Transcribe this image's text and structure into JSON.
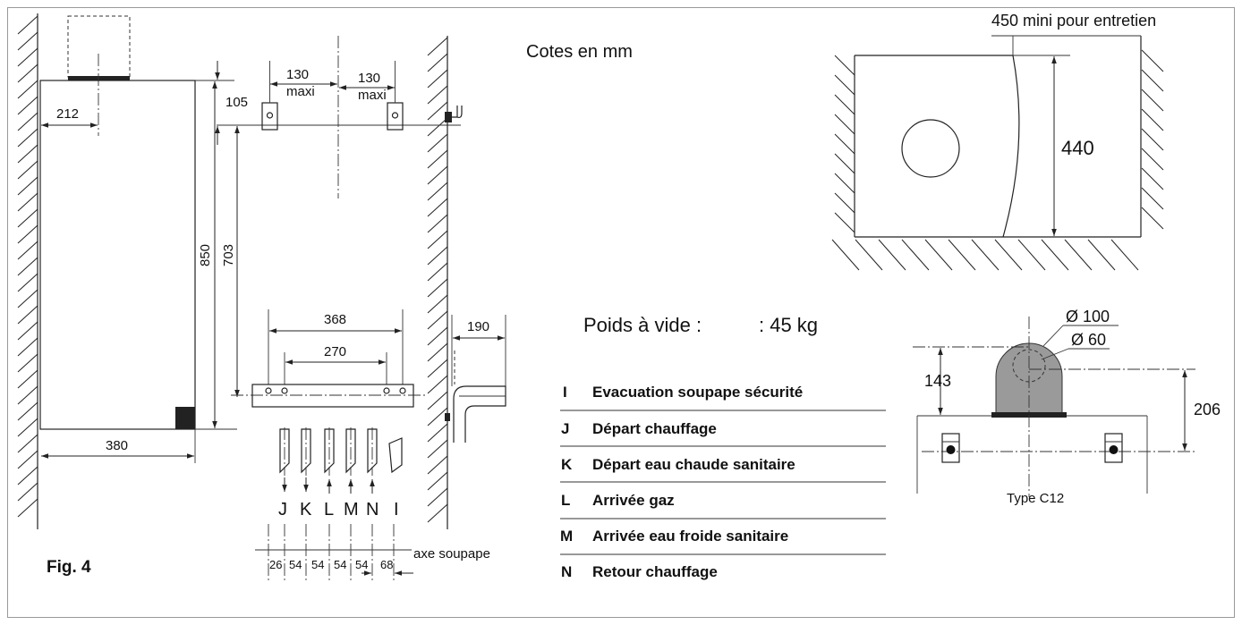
{
  "units_note": "Cotes en mm",
  "figure_label": "Fig. 4",
  "front_view": {
    "axis_offset": "212",
    "width": "380",
    "height": "850",
    "bracket_to_bottom": "703",
    "top_to_bracket": "105"
  },
  "bracket": {
    "left_value": "130",
    "left_suffix": "maxi",
    "right_value": "130",
    "right_suffix": "maxi"
  },
  "connections": {
    "outer_span": "368",
    "inner_span": "270",
    "letters": [
      "J",
      "K",
      "L",
      "M",
      "N",
      "I"
    ],
    "spacing": [
      "26",
      "54",
      "54",
      "54",
      "54",
      "68"
    ],
    "valve_axis": "axe soupape"
  },
  "side_view": {
    "depth": "190"
  },
  "top_view": {
    "service_clearance": "450 mini pour entretien",
    "depth": "440"
  },
  "weight": {
    "label": "Poids à vide :",
    "value": ": 45 kg"
  },
  "legend": [
    {
      "letter": "I",
      "text": "Evacuation soupape sécurité"
    },
    {
      "letter": "J",
      "text": "Départ chauffage"
    },
    {
      "letter": "K",
      "text": "Départ eau chaude sanitaire"
    },
    {
      "letter": "L",
      "text": "Arrivée gaz"
    },
    {
      "letter": "M",
      "text": "Arrivée eau froide sanitaire"
    },
    {
      "letter": "N",
      "text": "Retour chauffage"
    }
  ],
  "flue": {
    "outlet_height": "143",
    "axis_height": "206",
    "outer_diameter": "Ø 100",
    "inner_diameter": "Ø 60",
    "type_label": "Type C12"
  }
}
